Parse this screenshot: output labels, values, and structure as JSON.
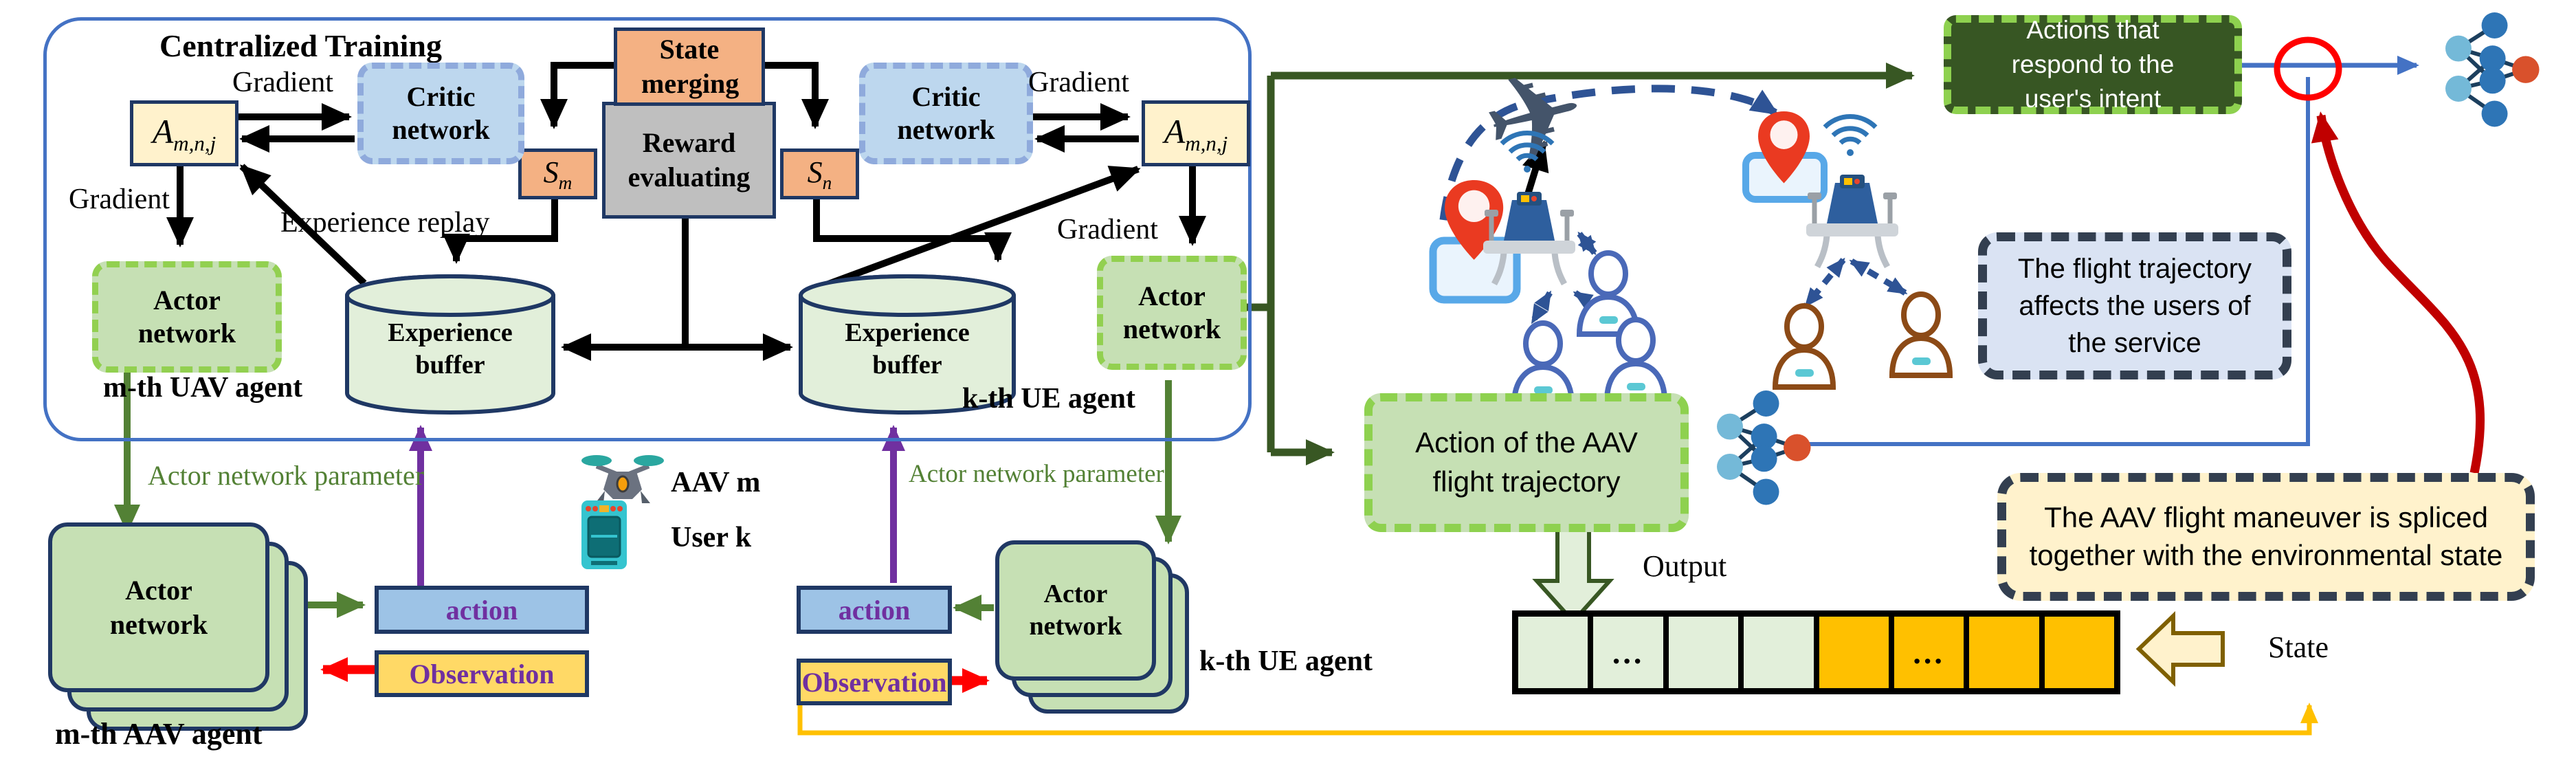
{
  "diagram": {
    "centralized": {
      "title": "Centralized Training",
      "gradient": "Gradient",
      "experience_replay": "Experience replay",
      "critic_network": "Critic network",
      "actor_network": "Actor network",
      "state_merging": "State merging",
      "reward_evaluating": "Reward evaluating",
      "experience_buffer": "Experience buffer",
      "action_var": {
        "base": "A",
        "sub": "m,n,j"
      },
      "state_m": {
        "base": "S",
        "sub": "m"
      },
      "state_n": {
        "base": "S",
        "sub": "n"
      },
      "uav_agent": "m-th UAV agent",
      "ue_agent": "k-th UE agent"
    },
    "execution": {
      "actor_network": "Actor network",
      "param_label": "Actor network parameter",
      "action": "action",
      "observation": "Observation",
      "aav_agent": "m-th AAV agent",
      "ue_agent": "k-th UE agent",
      "aav_label": "AAV m",
      "user_label": "User k"
    },
    "callouts": {
      "actions_intent": "Actions that respond to the user's intent",
      "flight_trajectory": "The flight trajectory affects the users of the service",
      "action_of_aav": "Action of the AAV flight trajectory",
      "maneuver": "The AAV flight maneuver is spliced together with the environmental state"
    },
    "flow": {
      "output": "Output",
      "state": "State",
      "ellipsis": "..."
    },
    "colors": {
      "frame_blue": "#4472c4",
      "dark_green_wire": "#385723",
      "green_dash": "#92d050",
      "purple": "#7030a0",
      "cell_orange": "#ffc000",
      "cell_green": "#e2efda",
      "red_wire": "#c00000",
      "gold_wire": "#ffc000",
      "navy_dash": "#2e5395"
    }
  }
}
